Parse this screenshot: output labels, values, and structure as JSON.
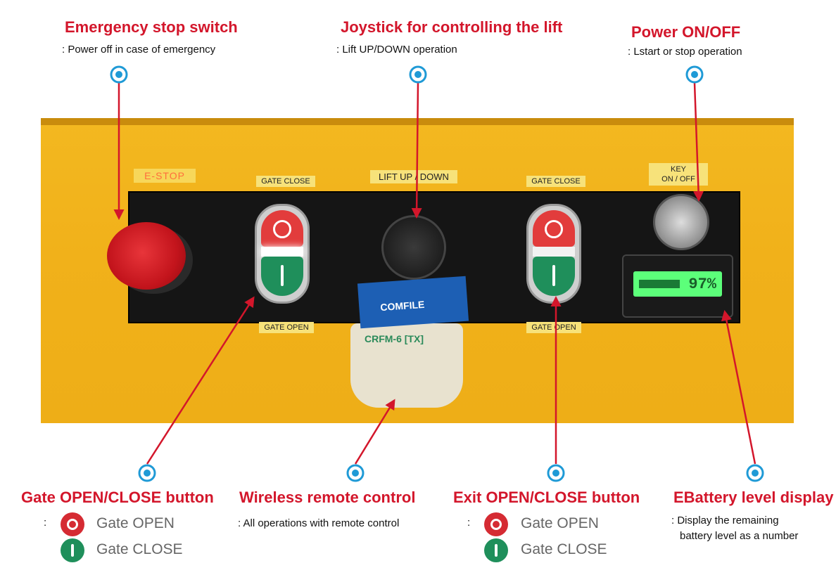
{
  "callouts": {
    "emergency": {
      "title": "Emergency stop switch",
      "desc": ": Power off in case of emergency"
    },
    "joystick": {
      "title": "Joystick for controlling the lift",
      "desc": ": Lift UP/DOWN operation"
    },
    "power": {
      "title": "Power ON/OFF",
      "desc": ": Lstart or stop operation"
    },
    "gate": {
      "title": "Gate OPEN/CLOSE button",
      "colon": ":",
      "open": "Gate OPEN",
      "close": "Gate CLOSE"
    },
    "remote": {
      "title": "Wireless remote control",
      "desc": ": All operations with remote control"
    },
    "exit": {
      "title": "Exit OPEN/CLOSE button",
      "colon": ":",
      "open": "Gate OPEN",
      "close": "Gate CLOSE"
    },
    "battery": {
      "title": "EBattery level display",
      "desc1": ": Display the remaining",
      "desc2": "battery level as a number"
    }
  },
  "panel_labels": {
    "estop": "E-STOP",
    "gate_close_1": "GATE CLOSE",
    "lift": "LIFT UP / DOWN",
    "gate_close_2": "GATE CLOSE",
    "key_line1": "KEY",
    "key_line2": "ON / OFF",
    "gate_open_1": "GATE OPEN",
    "gate_open_2": "GATE OPEN"
  },
  "battery_display": {
    "value": "97%"
  },
  "remote_device": {
    "brand": "COMFILE",
    "model": "CRFM-6 [TX]"
  },
  "colors": {
    "title_red": "#d3162b",
    "marker_blue": "#1f9ad6",
    "line_red": "#d3162b"
  }
}
